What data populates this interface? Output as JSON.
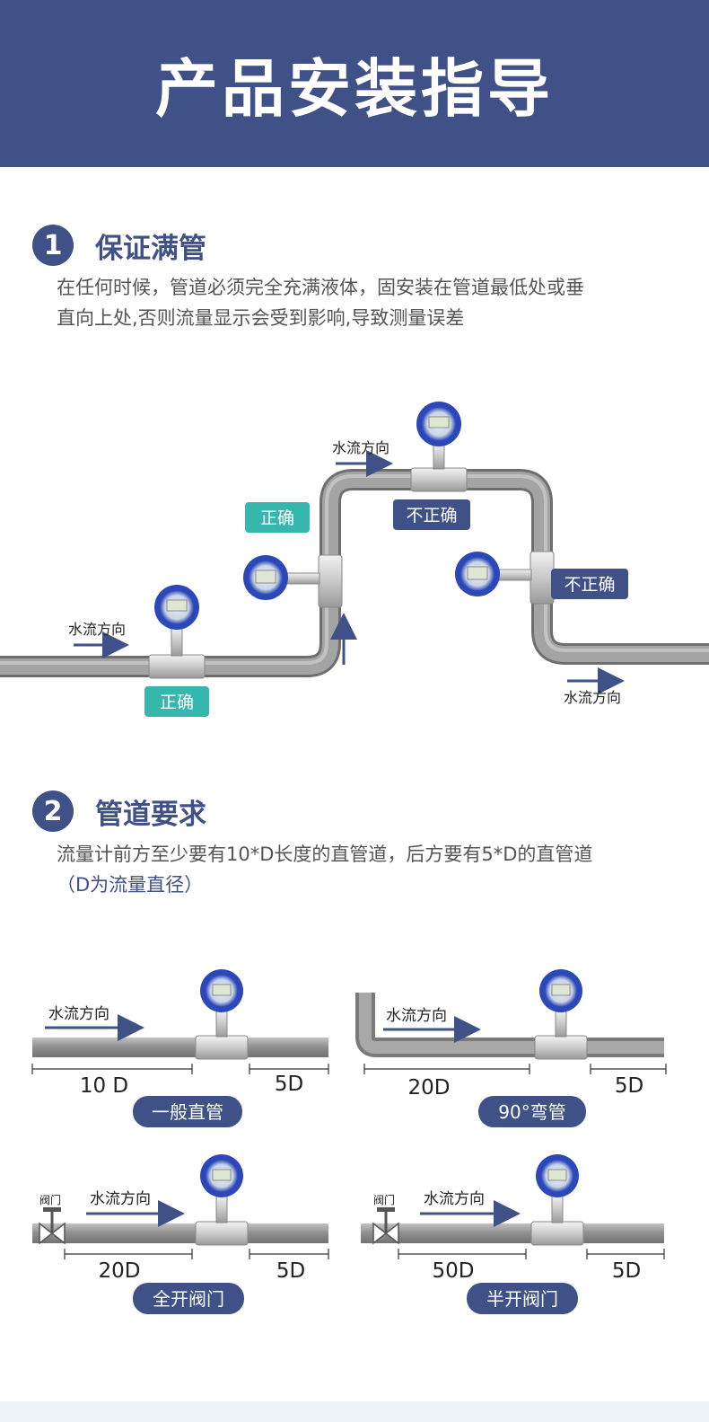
{
  "header": {
    "title": "产品安装指导"
  },
  "section1": {
    "number": "1",
    "title": "保证满管",
    "desc_line1": "在任何时候，管道必须完全充满液体，固安装在管道最低处或垂",
    "desc_line2": "直向上处,否则流量显示会受到影响,导致测量误差",
    "flow_label": "水流方向",
    "correct_label": "正确",
    "incorrect_label": "不正确"
  },
  "section2": {
    "number": "2",
    "title": "管道要求",
    "desc_line1": "流量计前方至少要有10*D长度的直管道，后方要有5*D的直管道",
    "desc_note": "（D为流量直径）",
    "flow_label": "水流方向",
    "valve_label": "阀门",
    "cases": [
      {
        "name": "一般直管",
        "upstream": "10 D",
        "downstream": "5D"
      },
      {
        "name": "90°弯管",
        "upstream": "20D",
        "downstream": "5D"
      },
      {
        "name": "全开阀门",
        "upstream": "20D",
        "downstream": "5D"
      },
      {
        "name": "半开阀门",
        "upstream": "50D",
        "downstream": "5D"
      }
    ]
  },
  "colors": {
    "brand": "#3f5186",
    "correct": "#35b7ae",
    "pipe": "#909090"
  }
}
